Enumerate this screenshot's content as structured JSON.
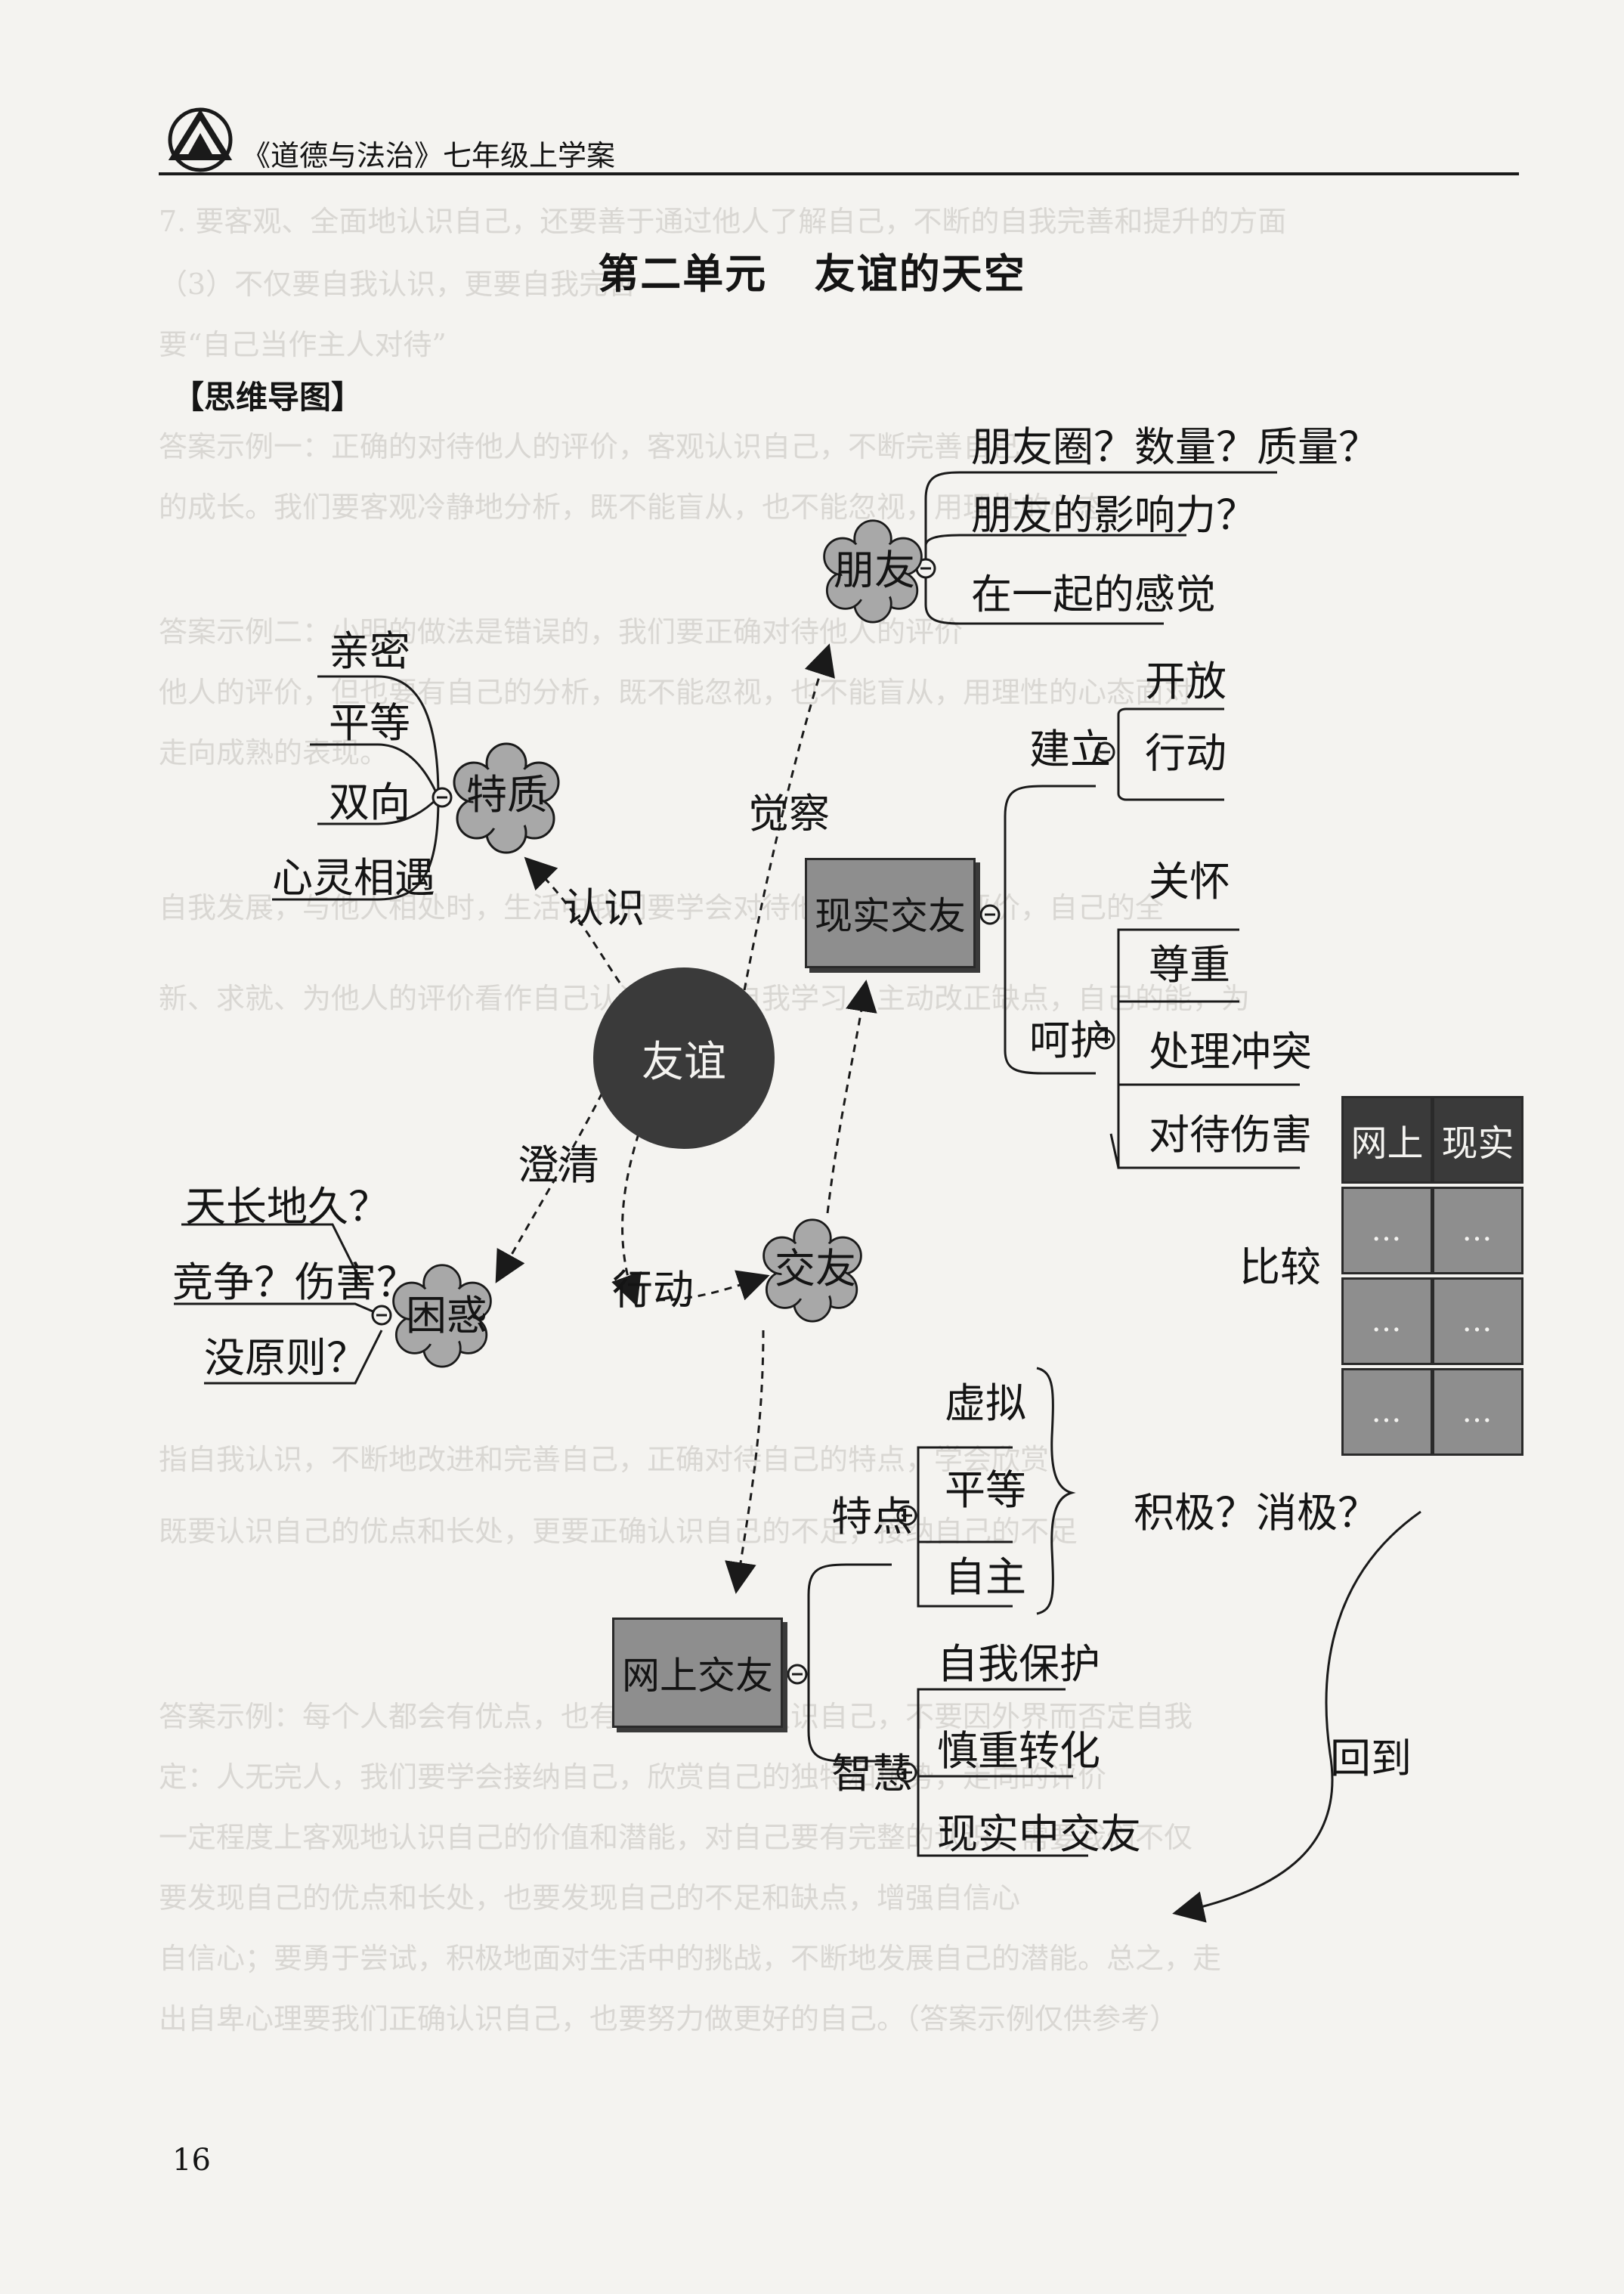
{
  "header": {
    "book_title": "《道德与法治》七年级上学案"
  },
  "unit_title": "第二单元   友谊的天空",
  "section_label": "【思维导图】",
  "page_number": "16",
  "mind_map": {
    "center": "友谊",
    "traits": {
      "label": "特质",
      "items": [
        "亲密",
        "平等",
        "双向",
        "心灵相遇"
      ]
    },
    "friends": {
      "label": "朋友",
      "items": [
        "朋友圈？数量？质量？",
        "朋友的影响力？",
        "在一起的感觉"
      ]
    },
    "real_friendship": {
      "label": "现实交友",
      "establish": {
        "label": "建立",
        "items": [
          "开放",
          "行动"
        ]
      },
      "care": {
        "label": "呵护",
        "items": [
          "关怀",
          "尊重",
          "处理冲突",
          "对待伤害"
        ]
      }
    },
    "confusion": {
      "label": "困惑",
      "items": [
        "天长地久？",
        "竞争？伤害？",
        "没原则？"
      ]
    },
    "making_friends": {
      "label": "交友"
    },
    "online_friendship": {
      "label": "网上交友",
      "features": {
        "label": "特点",
        "items": [
          "虚拟",
          "平等",
          "自主"
        ]
      },
      "wisdom": {
        "label": "智慧",
        "items": [
          "自我保护",
          "慎重转化",
          "现实中交友"
        ]
      },
      "attitude": "积极？消极？",
      "return_label": "回到"
    },
    "edges": {
      "recognize": "认识",
      "perceive": "觉察",
      "clarify": "澄清",
      "act": "行动",
      "compare": "比较"
    },
    "compare_table": {
      "headers": [
        "网上",
        "现实"
      ],
      "cell": "…"
    }
  },
  "colors": {
    "ink": "#141414",
    "box": "#8e8e8e",
    "center": "#3a3a3a",
    "cloud": "#a8a8a8",
    "paper": "#f4f3f0"
  }
}
